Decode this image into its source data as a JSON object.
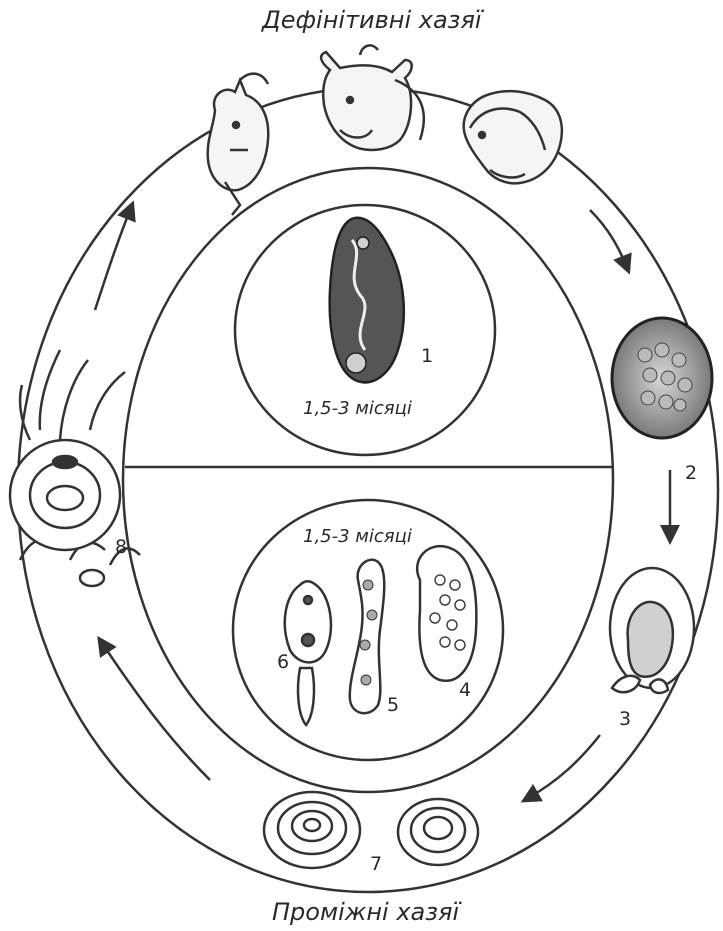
{
  "titles": {
    "definitive_hosts": "Дефінітивні хазяї",
    "intermediate_hosts": "Проміжні хазяї"
  },
  "durations": {
    "in_definitive_host": "1,5-3 місяці",
    "in_intermediate_host": "1,5-3 місяці"
  },
  "stage_numbers": {
    "adult_fluke": "1",
    "egg": "2",
    "miracidium": "3",
    "sporocyst": "4",
    "redia": "5",
    "cercaria": "6",
    "snails": "7",
    "adolescaria": "8"
  }
}
